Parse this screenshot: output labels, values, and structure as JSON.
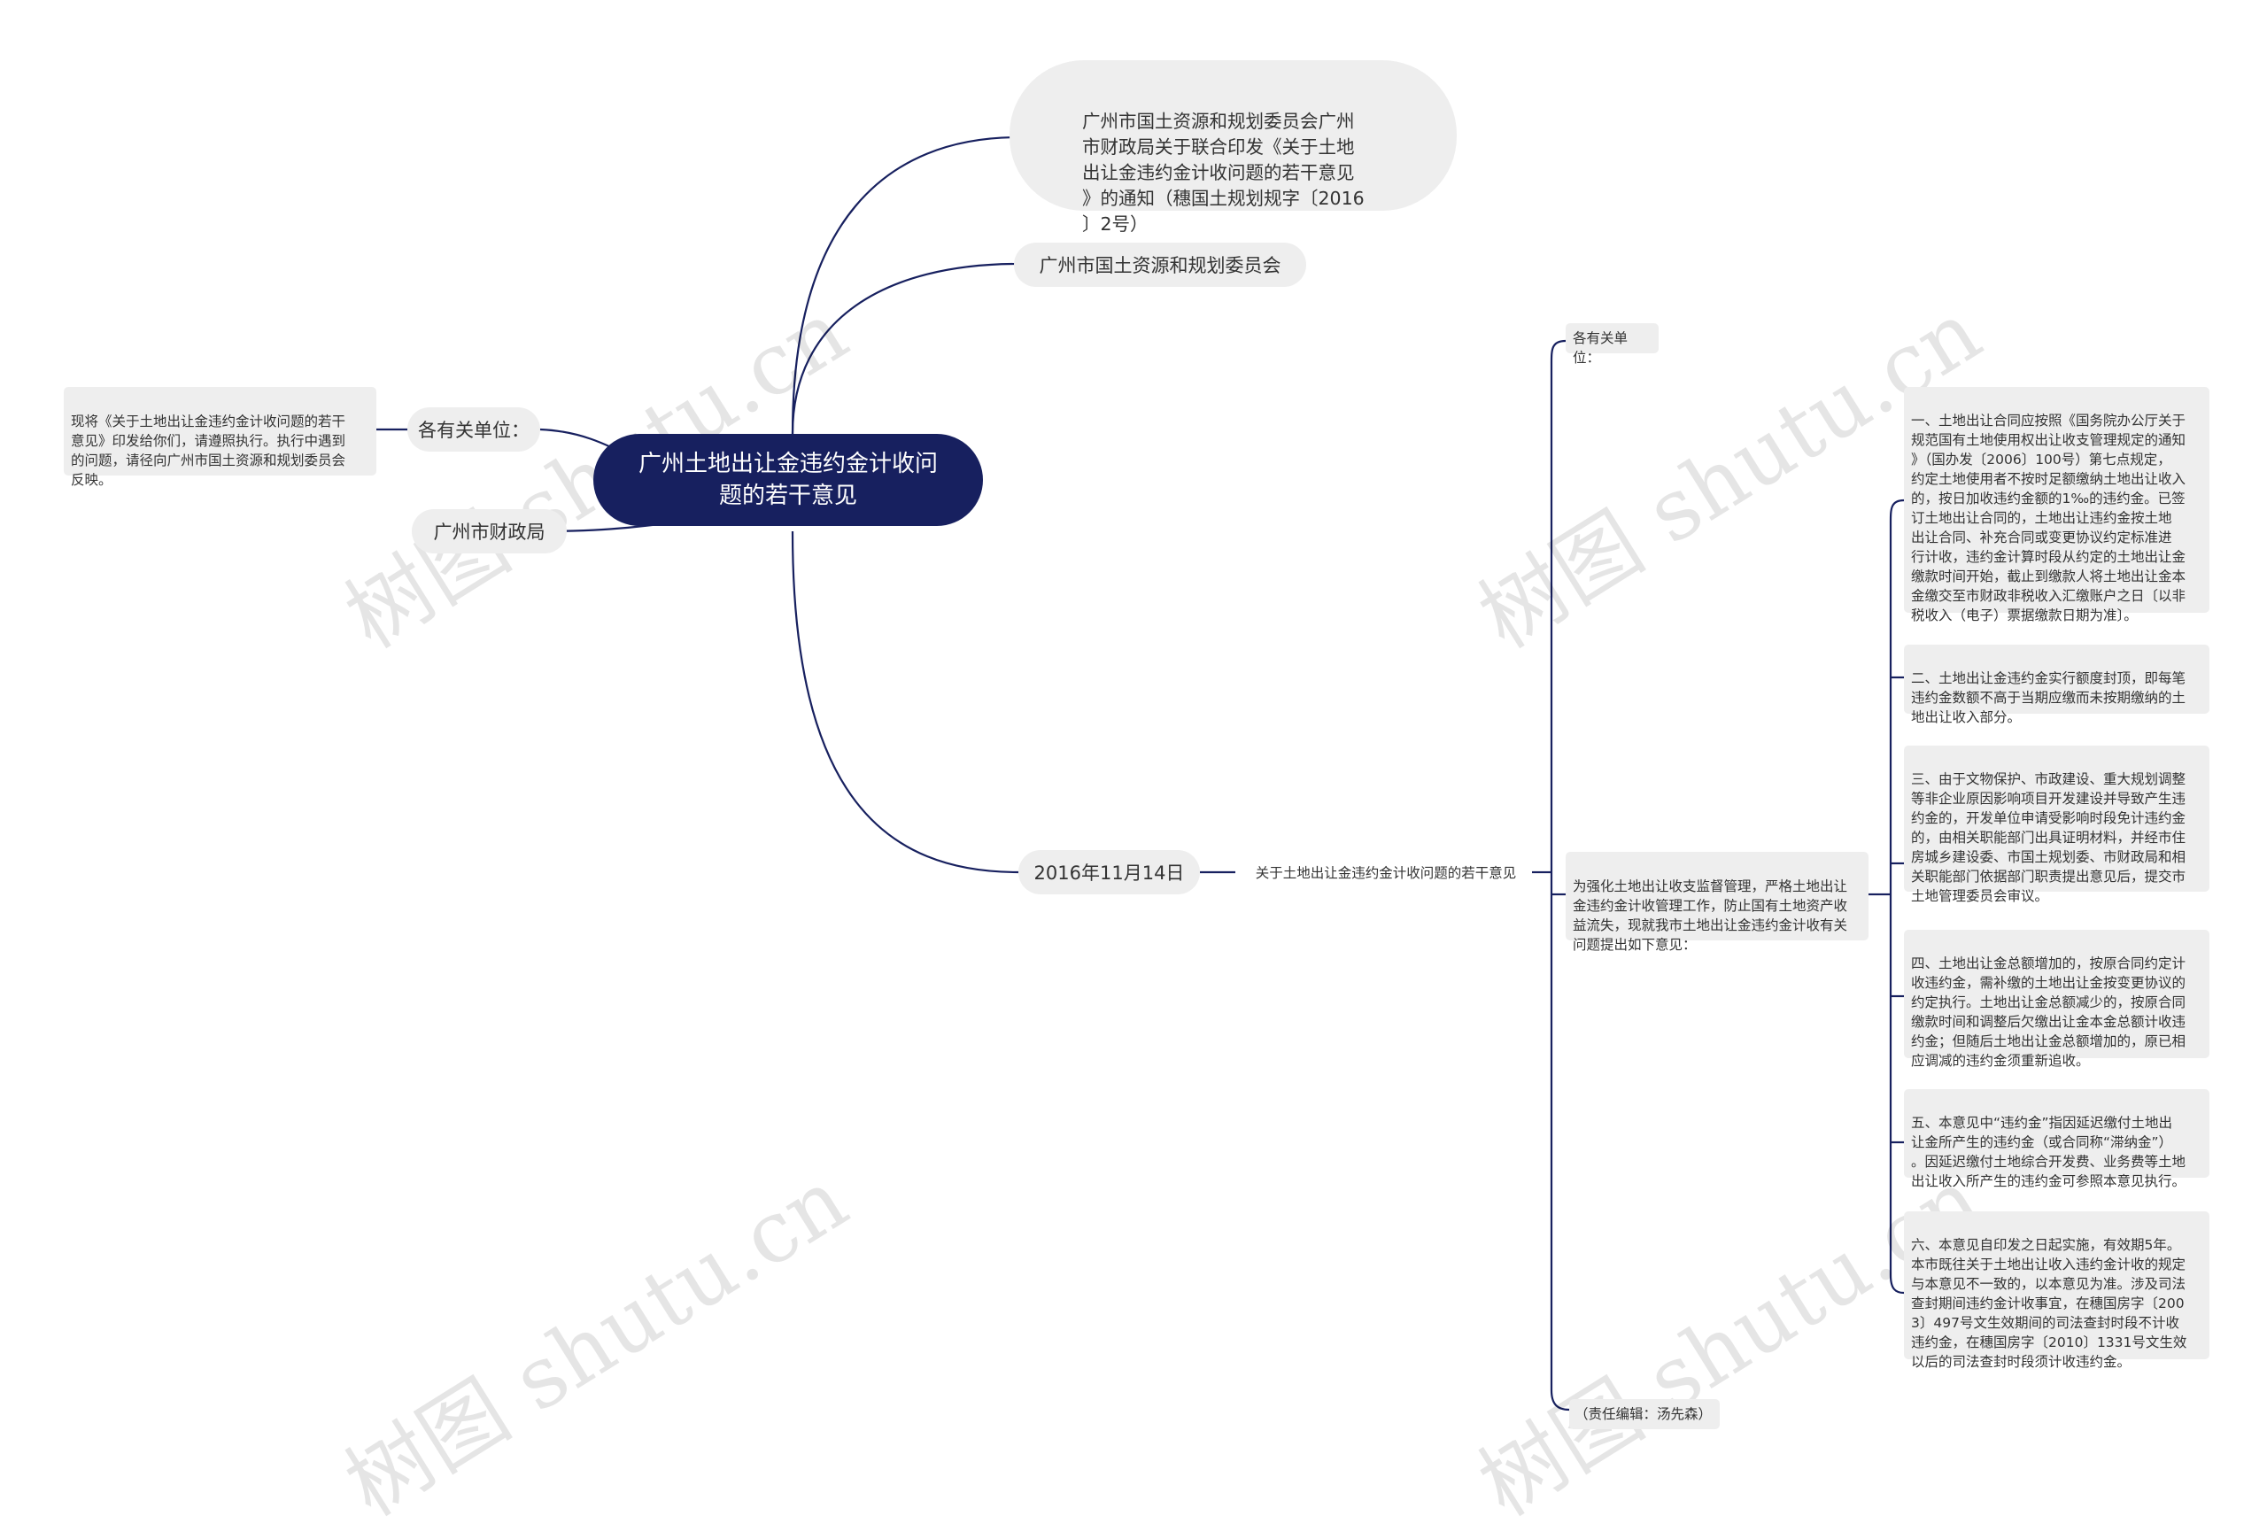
{
  "root": {
    "title": "广州土地出让金违约金计收问题的若干意见"
  },
  "issuing_notice": "广州市国土资源和规划委员会广州\n市财政局关于联合印发《关于土地\n出让金违约金计收问题的若干意见\n》的通知（穗国土规划规字〔2016\n〕2号）",
  "issuer_planning": "广州市国土资源和规划委员会",
  "recipients_left": {
    "label": "各有关单位：",
    "detail": "现将《关于土地出让金违约金计收问题的若干\n意见》印发给你们，请遵照执行。执行中遇到\n的问题，请径向广州市国土资源和规划委员会\n反映。"
  },
  "issuer_finance": "广州市财政局",
  "date": "2016年11月14日",
  "document_title": "关于土地出让金违约金计收问题的若干意见",
  "recipients_right": "各有关单位：",
  "preamble": "为强化土地出让收支监督管理，严格土地出让\n金违约金计收管理工作，防止国有土地资产收\n益流失，现就我市土地出让金违约金计收有关\n问题提出如下意见：",
  "items": [
    "一、土地出让合同应按照《国务院办公厅关于\n规范国有土地使用权出让收支管理规定的通知\n》（国办发〔2006〕100号）第七点规定，\n约定土地使用者不按时足额缴纳土地出让收入\n的，按日加收违约金额的1‰的违约金。已签\n订土地出让合同的，土地出让违约金按土地\n出让合同、补充合同或变更协议约定标准进\n行计收，违约金计算时段从约定的土地出让金\n缴款时间开始，截止到缴款人将土地出让金本\n金缴交至市财政非税收入汇缴账户之日〔以非\n税收入（电子）票据缴款日期为准〕。",
    "二、土地出让金违约金实行额度封顶，即每笔\n违约金数额不高于当期应缴而未按期缴纳的土\n地出让收入部分。",
    "三、由于文物保护、市政建设、重大规划调整\n等非企业原因影响项目开发建设并导致产生违\n约金的，开发单位申请受影响时段免计违约金\n的，由相关职能部门出具证明材料，并经市住\n房城乡建设委、市国土规划委、市财政局和相\n关职能部门依据部门职责提出意见后，提交市\n土地管理委员会审议。",
    "四、土地出让金总额增加的，按原合同约定计\n收违约金，需补缴的土地出让金按变更协议的\n约定执行。土地出让金总额减少的，按原合同\n缴款时间和调整后欠缴出让金本金总额计收违\n约金；但随后土地出让金总额增加的，原已相\n应调减的违约金须重新追收。",
    "五、本意见中“违约金”指因延迟缴付土地出\n让金所产生的违约金（或合同称“滞纳金”）\n。因延迟缴付土地综合开发费、业务费等土地\n出让收入所产生的违约金可参照本意见执行。",
    "六、本意见自印发之日起实施，有效期5年。\n本市既往关于土地出让收入违约金计收的规定\n与本意见不一致的，以本意见为准。涉及司法\n查封期间违约金计收事宜，在穗国房字〔200\n3〕497号文生效期间的司法查封时段不计收\n违约金，在穗国房字〔2010〕1331号文生效\n以后的司法查封时段须计收违约金。"
  ],
  "editor": "（责任编辑：汤先森）",
  "watermark": "树图 shutu.cn",
  "colors": {
    "root_bg": "#17205f",
    "line": "#17205f",
    "node_bg": "#eeeeee"
  }
}
